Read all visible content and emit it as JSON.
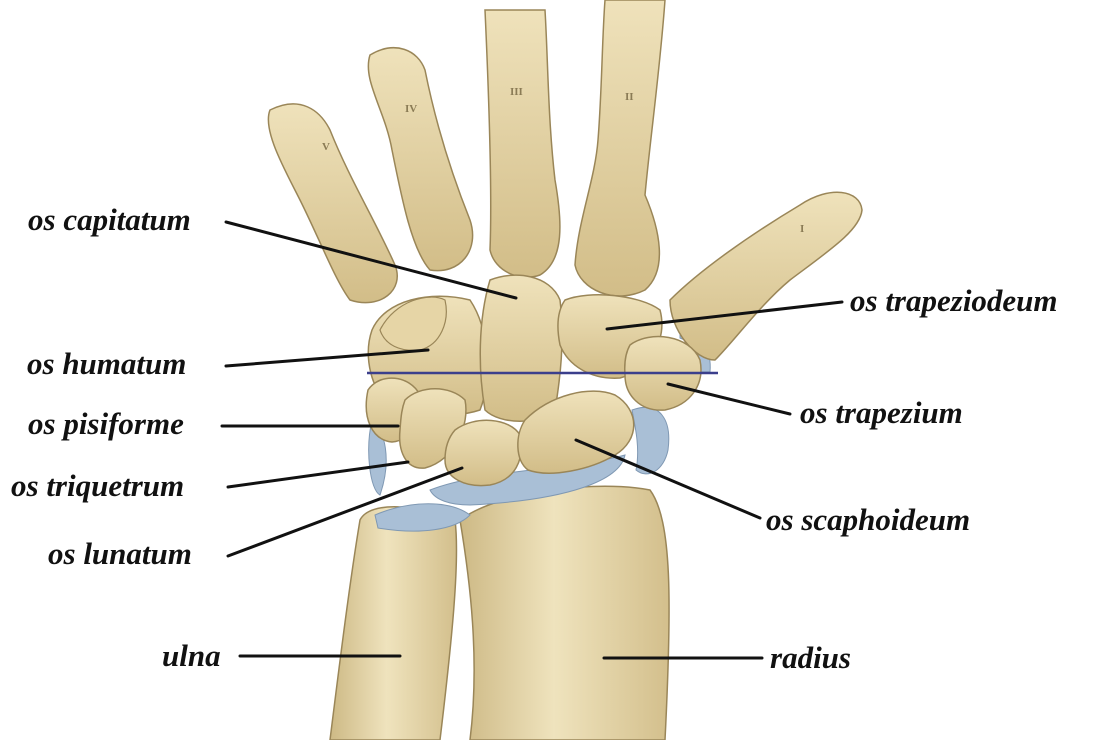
{
  "colors": {
    "bone": "#e8dab0",
    "bone_shadow": "#c9b37e",
    "bone_outline": "#9a8658",
    "cartilage": "#a9bfd6",
    "leader": "#111111",
    "section_line": "#3b3f8c"
  },
  "finger_numerals": [
    "V",
    "IV",
    "III",
    "II",
    "I"
  ],
  "labels": {
    "capitatum": "os capitatum",
    "humatum": "os humatum",
    "pisiforme": "os pisiforme",
    "triquetrum": "os triquetrum",
    "lunatum": "os lunatum",
    "ulna": "ulna",
    "trapeziodeum": "os trapeziodeum",
    "trapezium": "os trapezium",
    "scaphoideum": "os scaphoideum",
    "radius": "radius"
  }
}
